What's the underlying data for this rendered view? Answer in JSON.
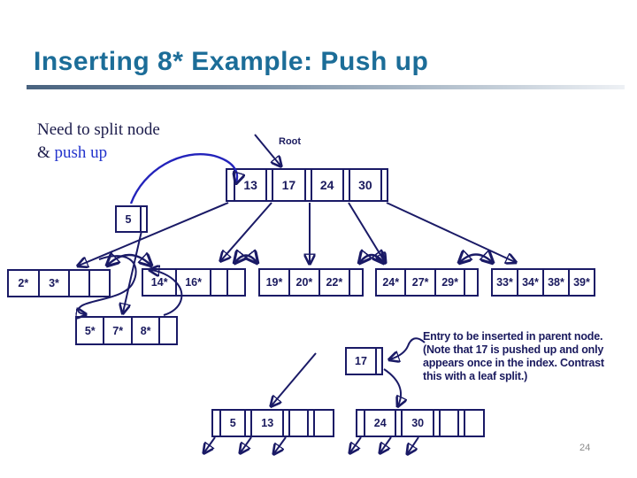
{
  "title": "Inserting 8* Example: Push up",
  "annotation": {
    "line1": "Need to split node",
    "line2_prefix": "& ",
    "line2_highlight": "push up"
  },
  "labels": {
    "root": "Root",
    "page_number": "24"
  },
  "side_note": {
    "lines": [
      "Entry to be inserted in parent node.",
      "(Note that 17 is pushed up and only",
      "appears once in the index. Contrast",
      "this with a leaf split.)"
    ]
  },
  "colors": {
    "title": "#1c6d98",
    "diagram_line": "#1a1a66",
    "highlight_blue": "#2323bb",
    "page_number": "#8a8a8a"
  },
  "nodes": {
    "root": {
      "cells": [
        {
          "type": "ptr"
        },
        {
          "type": "key",
          "value": "13"
        },
        {
          "type": "ptr"
        },
        {
          "type": "key",
          "value": "17"
        },
        {
          "type": "ptr"
        },
        {
          "type": "key",
          "value": "24"
        },
        {
          "type": "ptr"
        },
        {
          "type": "key",
          "value": "30"
        },
        {
          "type": "ptr"
        }
      ]
    },
    "pushed_entry_5": {
      "cells": [
        {
          "type": "key",
          "value": "5"
        },
        {
          "type": "ptr"
        }
      ]
    },
    "leaf_2_3": {
      "cells": [
        {
          "type": "key",
          "value": "2*"
        },
        {
          "type": "key",
          "value": "3*"
        },
        {
          "type": "key",
          "value": ""
        },
        {
          "type": "key",
          "value": ""
        }
      ]
    },
    "leaf_14_16": {
      "cells": [
        {
          "type": "key",
          "value": "14*"
        },
        {
          "type": "key",
          "value": "16*"
        },
        {
          "type": "key",
          "value": ""
        },
        {
          "type": "key",
          "value": ""
        }
      ]
    },
    "leaf_19_22": {
      "cells": [
        {
          "type": "key",
          "value": "19*"
        },
        {
          "type": "key",
          "value": "20*"
        },
        {
          "type": "key",
          "value": "22*"
        },
        {
          "type": "key",
          "value": ""
        }
      ]
    },
    "leaf_24_29": {
      "cells": [
        {
          "type": "key",
          "value": "24*"
        },
        {
          "type": "key",
          "value": "27*"
        },
        {
          "type": "key",
          "value": "29*"
        },
        {
          "type": "key",
          "value": ""
        }
      ]
    },
    "leaf_33_39": {
      "cells": [
        {
          "type": "key",
          "value": "33*"
        },
        {
          "type": "key",
          "value": "34*"
        },
        {
          "type": "key",
          "value": "38*"
        },
        {
          "type": "key",
          "value": "39*"
        }
      ]
    },
    "leaf_5_7_8": {
      "cells": [
        {
          "type": "key",
          "value": "5*"
        },
        {
          "type": "key",
          "value": "7*"
        },
        {
          "type": "key",
          "value": "8*"
        },
        {
          "type": "key",
          "value": ""
        }
      ]
    },
    "pushed_entry_17": {
      "cells": [
        {
          "type": "key",
          "value": "17"
        },
        {
          "type": "ptr"
        }
      ]
    },
    "split_left": {
      "cells": [
        {
          "type": "ptr"
        },
        {
          "type": "key",
          "value": "5"
        },
        {
          "type": "ptr"
        },
        {
          "type": "key",
          "value": "13"
        },
        {
          "type": "ptr"
        },
        {
          "type": "key",
          "value": ""
        },
        {
          "type": "ptr"
        },
        {
          "type": "key",
          "value": ""
        }
      ]
    },
    "split_right": {
      "cells": [
        {
          "type": "ptr"
        },
        {
          "type": "key",
          "value": "24"
        },
        {
          "type": "ptr"
        },
        {
          "type": "key",
          "value": "30"
        },
        {
          "type": "ptr"
        },
        {
          "type": "key",
          "value": ""
        },
        {
          "type": "ptr"
        },
        {
          "type": "key",
          "value": ""
        }
      ]
    }
  }
}
